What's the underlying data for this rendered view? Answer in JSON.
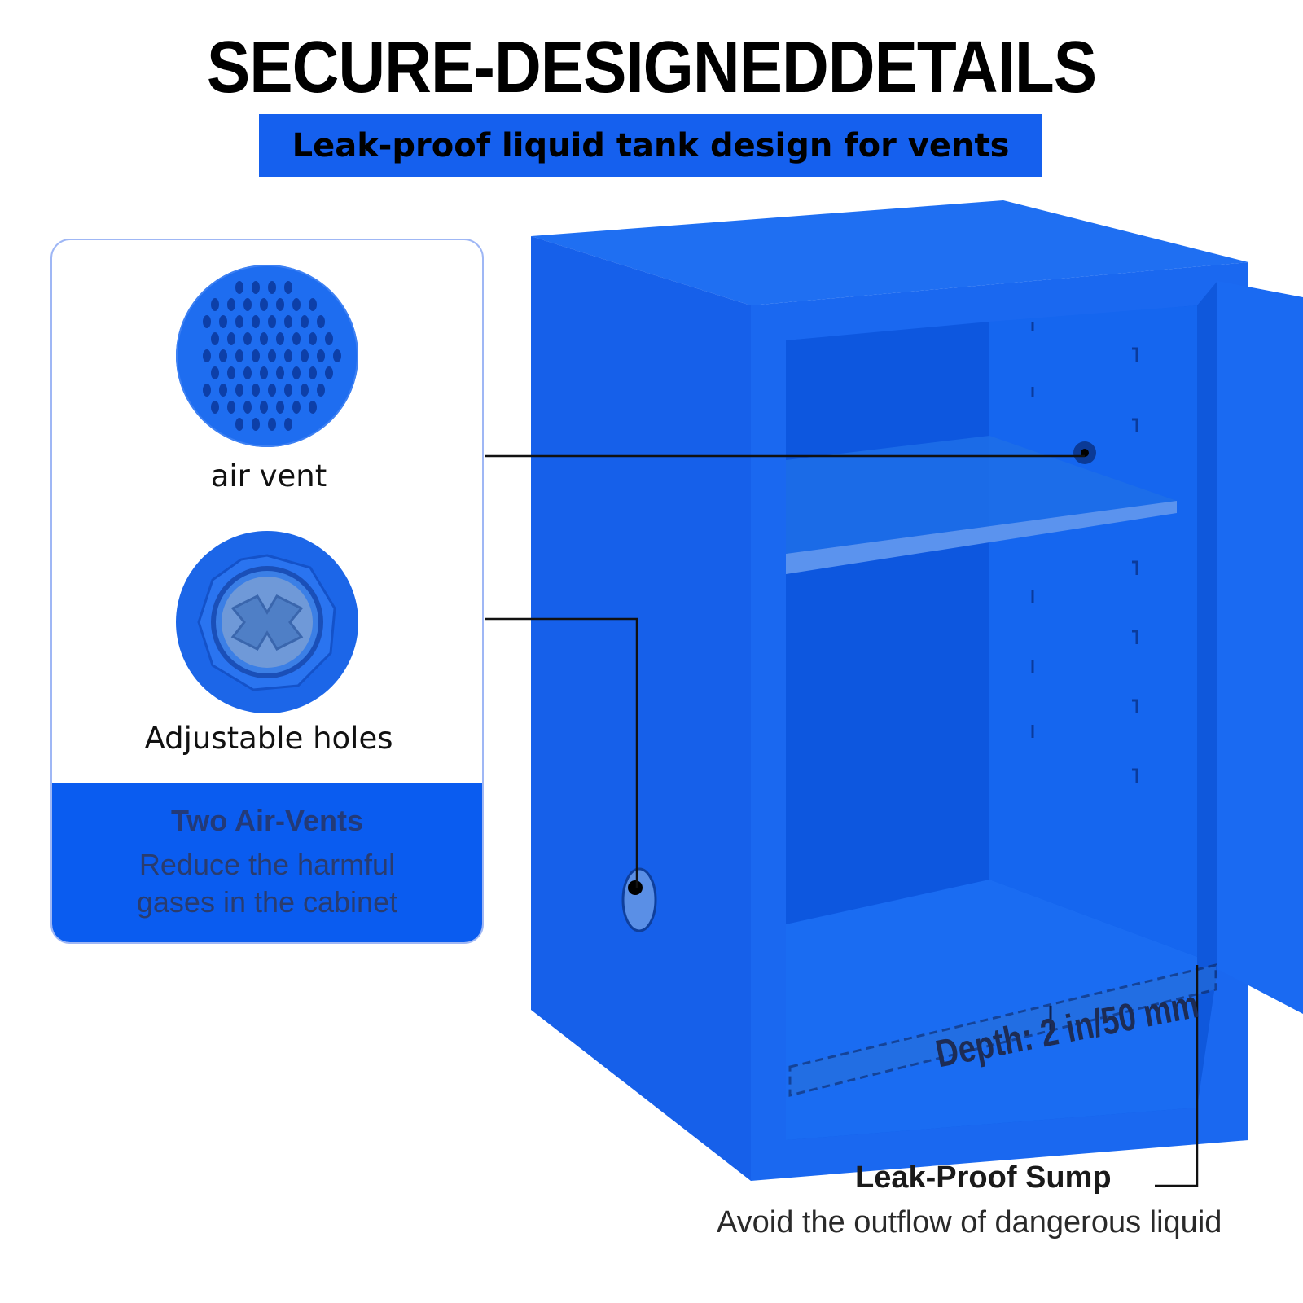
{
  "header": {
    "title": "SECURE-DESIGNEDDETAILS",
    "subtitle": "Leak-proof liquid tank design for vents"
  },
  "card": {
    "vent_label": "air vent",
    "holes_label": "Adjustable holes",
    "footer_title": "Two Air-Vents",
    "footer_line1": "Reduce the harmful",
    "footer_line2": "gases in the cabinet"
  },
  "cabinet": {
    "depth_label": "Depth: 2 in/50 mm",
    "sump_title": "Leak-Proof Sump",
    "sump_desc": "Avoid the outflow of dangerous liquid"
  },
  "colors": {
    "brand_blue": "#1560ee",
    "cabinet_blue": "#1a6af2"
  }
}
